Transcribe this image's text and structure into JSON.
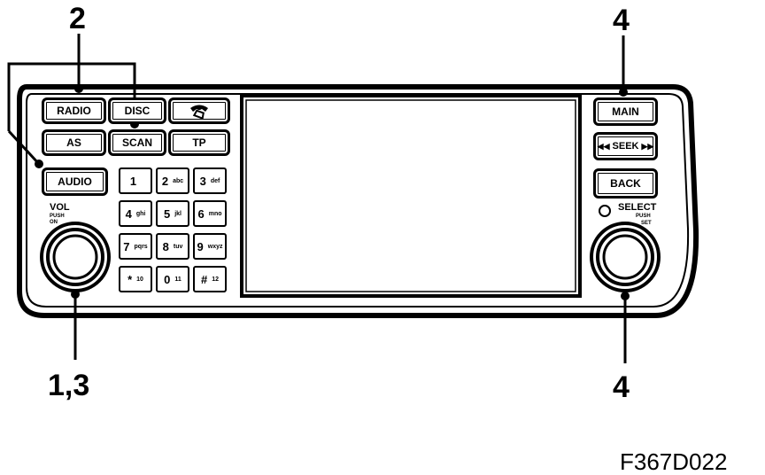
{
  "callouts": {
    "top_left": "2",
    "top_right": "4",
    "bottom_left": "1,3",
    "bottom_right": "4"
  },
  "figure_code": "F367D022",
  "buttons": {
    "radio": "RADIO",
    "disc": "DISC",
    "phone_icon": "phone-handset-icon",
    "as": "AS",
    "scan": "SCAN",
    "tp": "TP",
    "audio": "AUDIO",
    "main": "MAIN",
    "seek": "SEEK",
    "back": "BACK"
  },
  "knob_labels": {
    "vol": "VOL",
    "vol_push": "PUSH",
    "vol_on": "ON",
    "select": "SELECT",
    "select_push": "PUSH",
    "select_set": "SET"
  },
  "keypad": [
    {
      "num": "1",
      "sub": ""
    },
    {
      "num": "2",
      "sub": "abc"
    },
    {
      "num": "3",
      "sub": "def"
    },
    {
      "num": "4",
      "sub": "ghi"
    },
    {
      "num": "5",
      "sub": "jkl"
    },
    {
      "num": "6",
      "sub": "mno"
    },
    {
      "num": "7",
      "sub": "pqrs"
    },
    {
      "num": "8",
      "sub": "tuv"
    },
    {
      "num": "9",
      "sub": "wxyz"
    },
    {
      "num": "*",
      "sub": "10"
    },
    {
      "num": "0",
      "sub": "11"
    },
    {
      "num": "#",
      "sub": "12"
    }
  ]
}
